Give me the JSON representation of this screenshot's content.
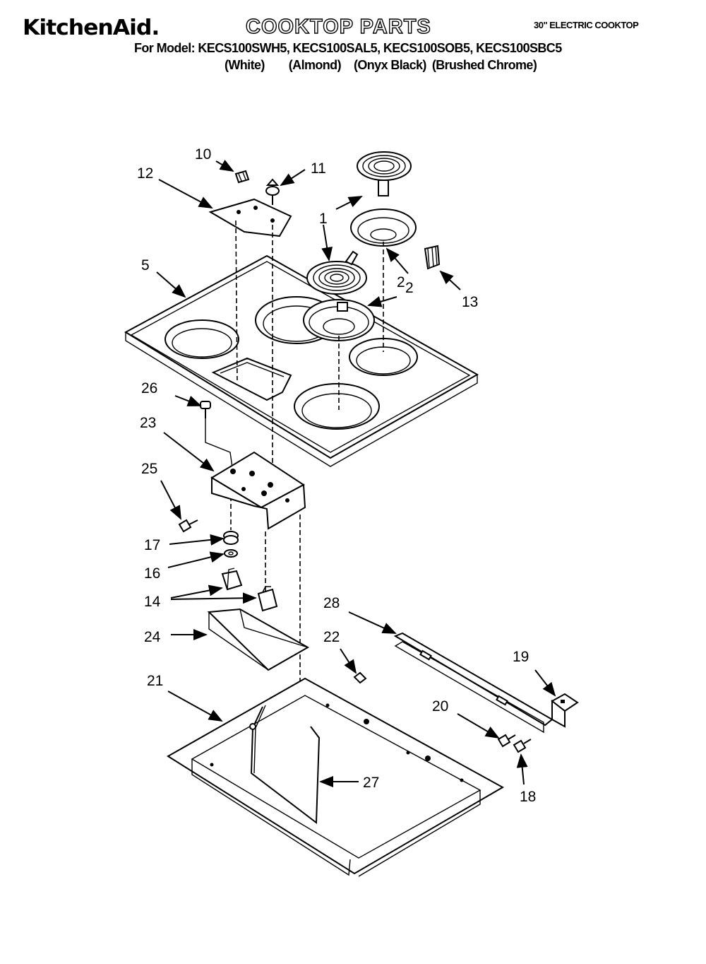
{
  "header": {
    "brand": "KitchenAid.",
    "title": "COOKTOP PARTS",
    "subtitle": "30\" ELECTRIC COOKTOP",
    "models_line": "For Model: KECS100SWH5, KECS100SAL5, KECS100SOB5, KECS100SBC5",
    "colors": [
      "(White)",
      "(Almond)",
      "(Onyx Black)",
      "(Brushed Chrome)"
    ]
  },
  "callouts": [
    "10",
    "11",
    "12",
    "1",
    "5",
    "2",
    "2",
    "13",
    "26",
    "23",
    "25",
    "17",
    "16",
    "14",
    "28",
    "22",
    "24",
    "19",
    "21",
    "20",
    "27",
    "18"
  ]
}
